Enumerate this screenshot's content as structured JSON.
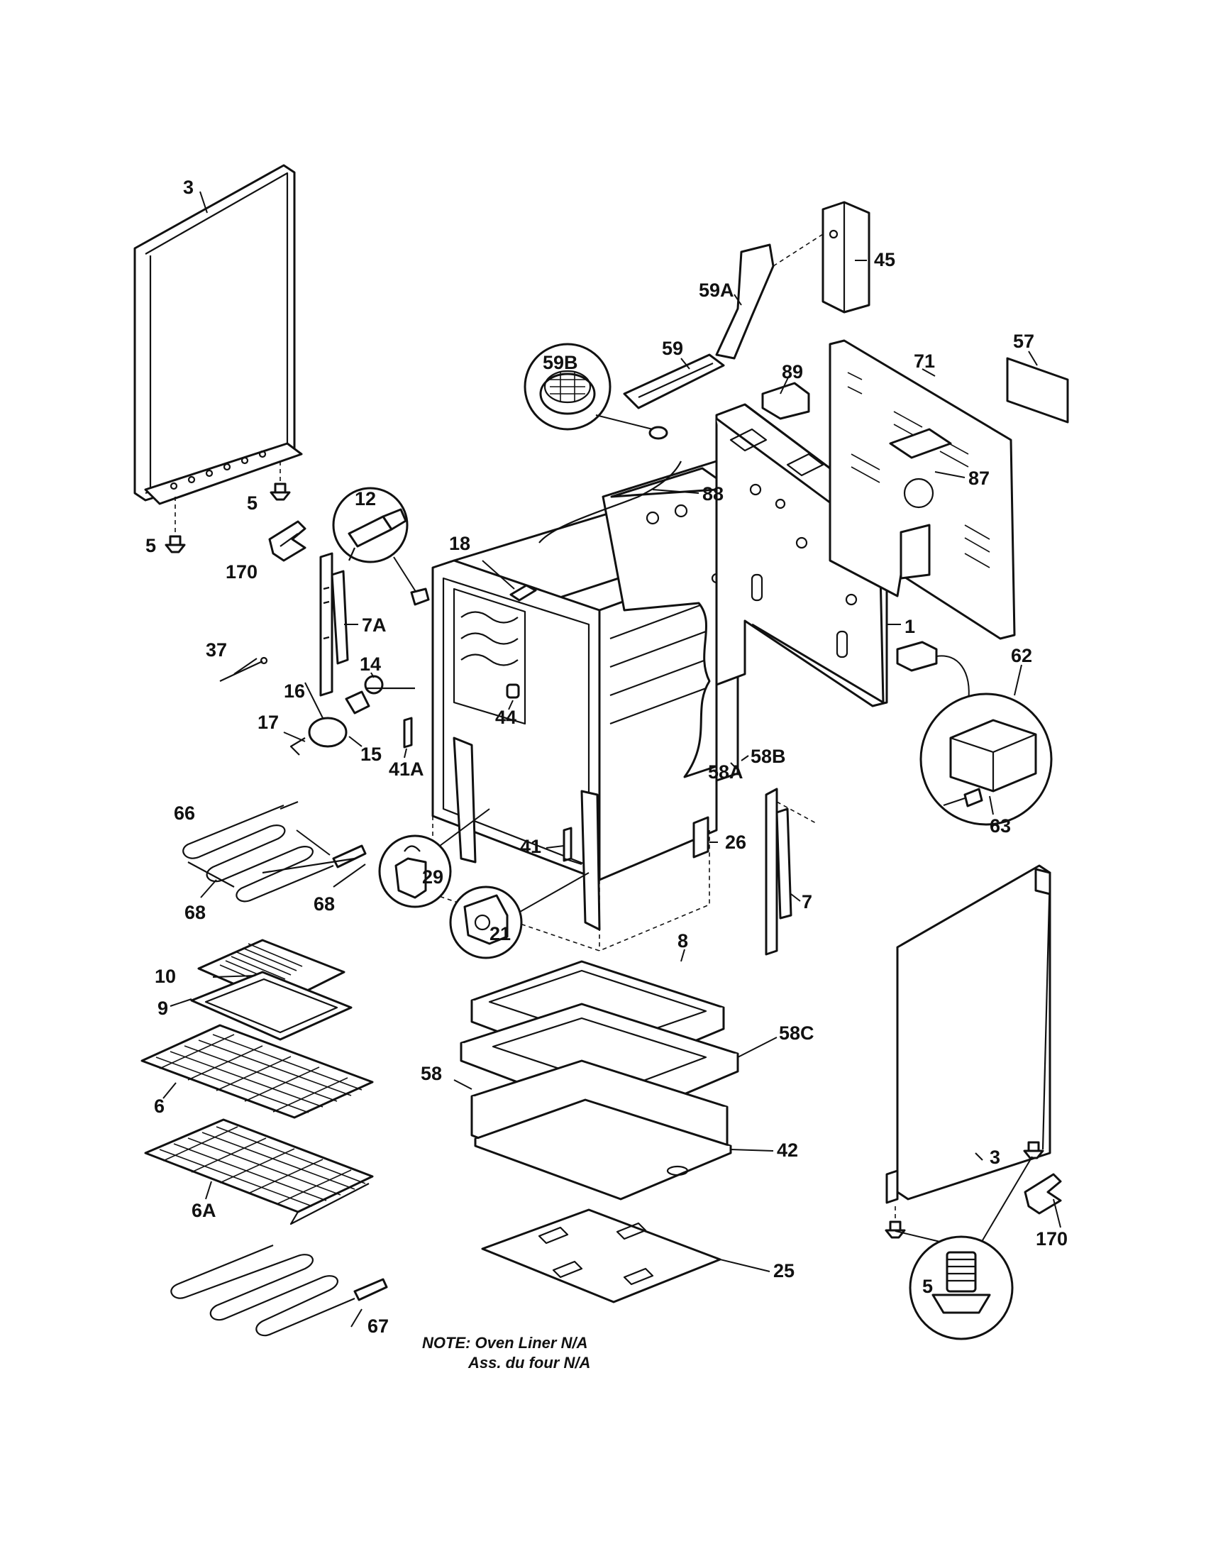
{
  "note": {
    "line1": "NOTE: Oven Liner N/A",
    "line2": "Ass. du four N/A"
  },
  "callouts": [
    {
      "id": "3-left",
      "text": "3"
    },
    {
      "id": "5-a",
      "text": "5"
    },
    {
      "id": "5-b",
      "text": "5"
    },
    {
      "id": "170-left",
      "text": "170"
    },
    {
      "id": "12",
      "text": "12"
    },
    {
      "id": "18",
      "text": "18"
    },
    {
      "id": "7A",
      "text": "7A"
    },
    {
      "id": "37",
      "text": "37"
    },
    {
      "id": "14",
      "text": "14"
    },
    {
      "id": "16",
      "text": "16"
    },
    {
      "id": "17",
      "text": "17"
    },
    {
      "id": "15",
      "text": "15"
    },
    {
      "id": "41A",
      "text": "41A"
    },
    {
      "id": "44",
      "text": "44"
    },
    {
      "id": "66",
      "text": "66"
    },
    {
      "id": "68-a",
      "text": "68"
    },
    {
      "id": "68-b",
      "text": "68"
    },
    {
      "id": "29",
      "text": "29"
    },
    {
      "id": "41",
      "text": "41"
    },
    {
      "id": "21",
      "text": "21"
    },
    {
      "id": "26",
      "text": "26"
    },
    {
      "id": "7",
      "text": "7"
    },
    {
      "id": "58A",
      "text": "58A"
    },
    {
      "id": "58B",
      "text": "58B"
    },
    {
      "id": "59B",
      "text": "59B"
    },
    {
      "id": "59",
      "text": "59"
    },
    {
      "id": "59A",
      "text": "59A"
    },
    {
      "id": "45",
      "text": "45"
    },
    {
      "id": "89",
      "text": "89"
    },
    {
      "id": "71",
      "text": "71"
    },
    {
      "id": "57",
      "text": "57"
    },
    {
      "id": "88",
      "text": "88"
    },
    {
      "id": "87",
      "text": "87"
    },
    {
      "id": "1",
      "text": "1"
    },
    {
      "id": "62",
      "text": "62"
    },
    {
      "id": "63",
      "text": "63"
    },
    {
      "id": "10",
      "text": "10"
    },
    {
      "id": "9",
      "text": "9"
    },
    {
      "id": "6",
      "text": "6"
    },
    {
      "id": "6A",
      "text": "6A"
    },
    {
      "id": "8",
      "text": "8"
    },
    {
      "id": "58C",
      "text": "58C"
    },
    {
      "id": "58",
      "text": "58"
    },
    {
      "id": "42",
      "text": "42"
    },
    {
      "id": "25",
      "text": "25"
    },
    {
      "id": "67",
      "text": "67"
    },
    {
      "id": "3-right",
      "text": "3"
    },
    {
      "id": "5-inset",
      "text": "5"
    },
    {
      "id": "170-right",
      "text": "170"
    }
  ]
}
